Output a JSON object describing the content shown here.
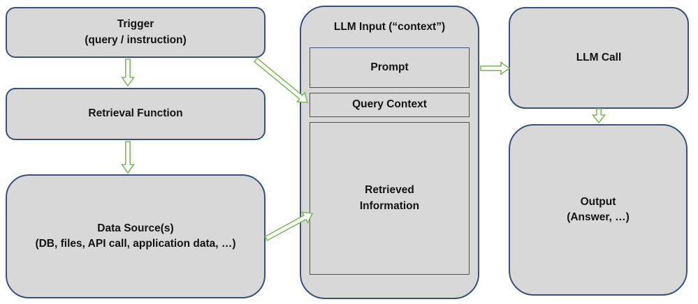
{
  "colors": {
    "box_fill": "#d8d8d8",
    "box_border": "#3a5178",
    "arrow_green": "#7cbd5a",
    "text": "#131313",
    "background": "#ffffff"
  },
  "nodes": {
    "trigger": {
      "title": "Trigger",
      "subtitle": "(query / instruction)"
    },
    "retrieval_function": {
      "title": "Retrieval Function"
    },
    "data_sources": {
      "title": "Data Source(s)",
      "subtitle": "(DB, files, API call, application data, …)"
    },
    "llm_input": {
      "title": "LLM Input (“context”)",
      "prompt": "Prompt",
      "query_context": "Query Context",
      "retrieved_line1": "Retrieved",
      "retrieved_line2": "Information"
    },
    "llm_call": {
      "title": "LLM Call"
    },
    "output": {
      "title": "Output",
      "subtitle": "(Answer, …)"
    }
  },
  "connections": [
    {
      "name": "arrow-trigger-to-retrieval-function",
      "from": "Trigger",
      "to": "Retrieval Function"
    },
    {
      "name": "arrow-retrieval-function-to-data-sources",
      "from": "Retrieval Function",
      "to": "Data Source(s)"
    },
    {
      "name": "arrow-trigger-to-query-context",
      "from": "Trigger",
      "to": "Query Context"
    },
    {
      "name": "arrow-data-sources-to-retrieved-information",
      "from": "Data Source(s)",
      "to": "Retrieved Information"
    },
    {
      "name": "arrow-llm-input-to-llm-call",
      "from": "LLM Input (“context”)",
      "to": "LLM Call"
    },
    {
      "name": "arrow-llm-call-to-output",
      "from": "LLM Call",
      "to": "Output"
    }
  ]
}
